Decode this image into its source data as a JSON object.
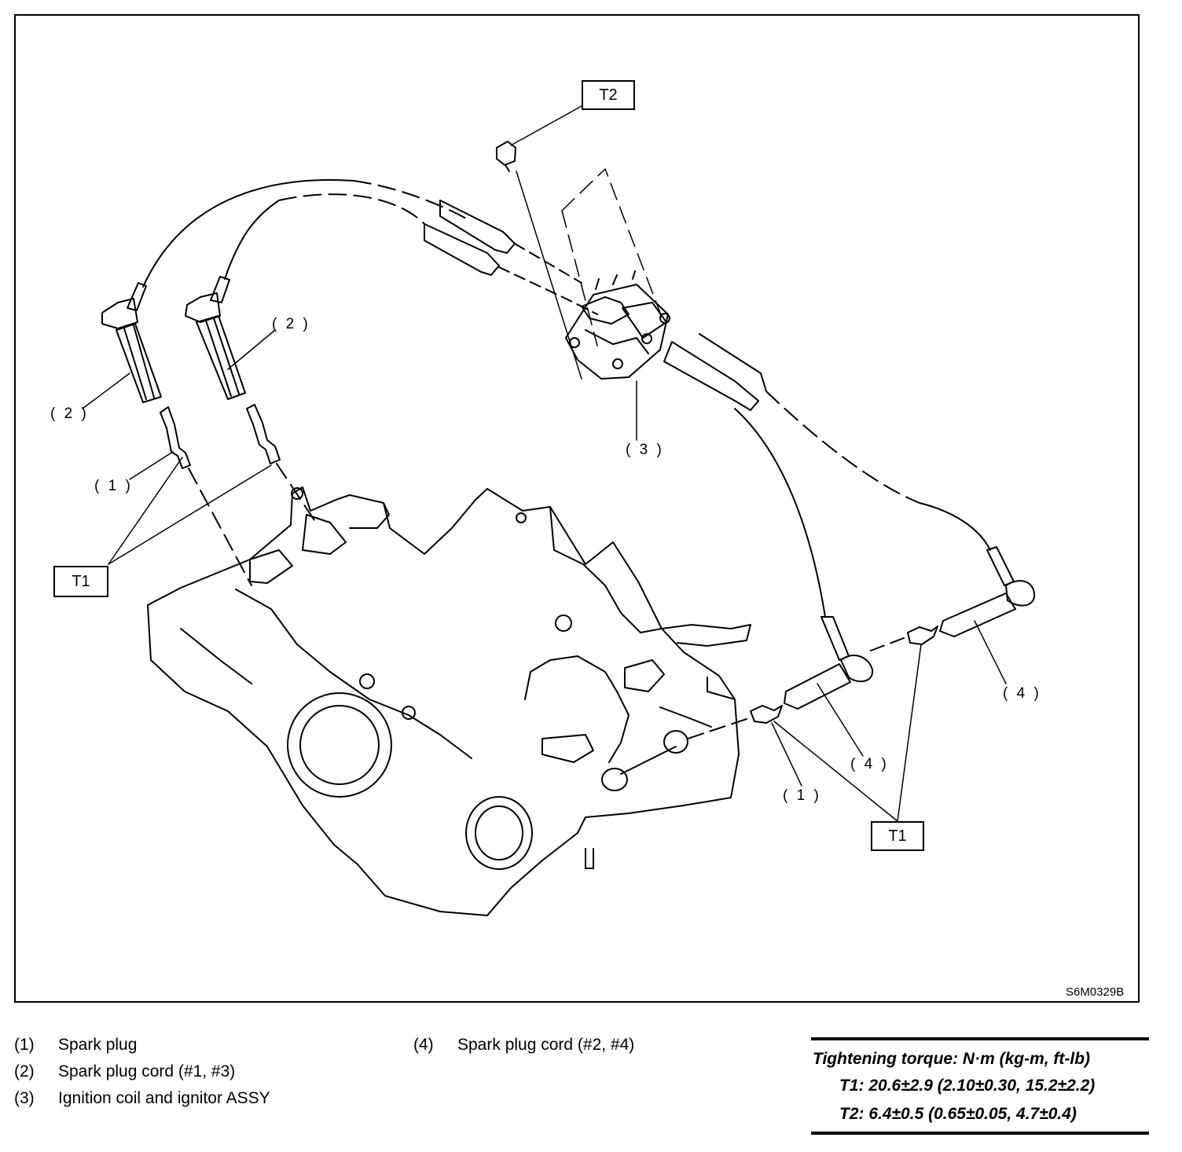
{
  "diagram": {
    "callouts": {
      "t2_top": "T2",
      "t1_left": "T1",
      "t1_right": "T1",
      "n1_left": "( 1 )",
      "n1_right": "( 1 )",
      "n2_left": "( 2 )",
      "n2_mid": "( 2 )",
      "n3": "( 3 )",
      "n4_mid": "( 4 )",
      "n4_right": "( 4 )"
    },
    "figure_code": "S6M0329B"
  },
  "legend": {
    "items": [
      {
        "num": "(1)",
        "text": "Spark plug"
      },
      {
        "num": "(2)",
        "text": "Spark plug cord (#1, #3)"
      },
      {
        "num": "(3)",
        "text": "Ignition coil and ignitor ASSY"
      },
      {
        "num": "(4)",
        "text": "Spark plug cord (#2, #4)"
      }
    ]
  },
  "torque": {
    "title": "Tightening torque: N·m (kg-m, ft-lb)",
    "t1": "T1: 20.6±2.9 (2.10±0.30, 15.2±2.2)",
    "t2": "T2: 6.4±0.5 (0.65±0.05, 4.7±0.4)"
  }
}
